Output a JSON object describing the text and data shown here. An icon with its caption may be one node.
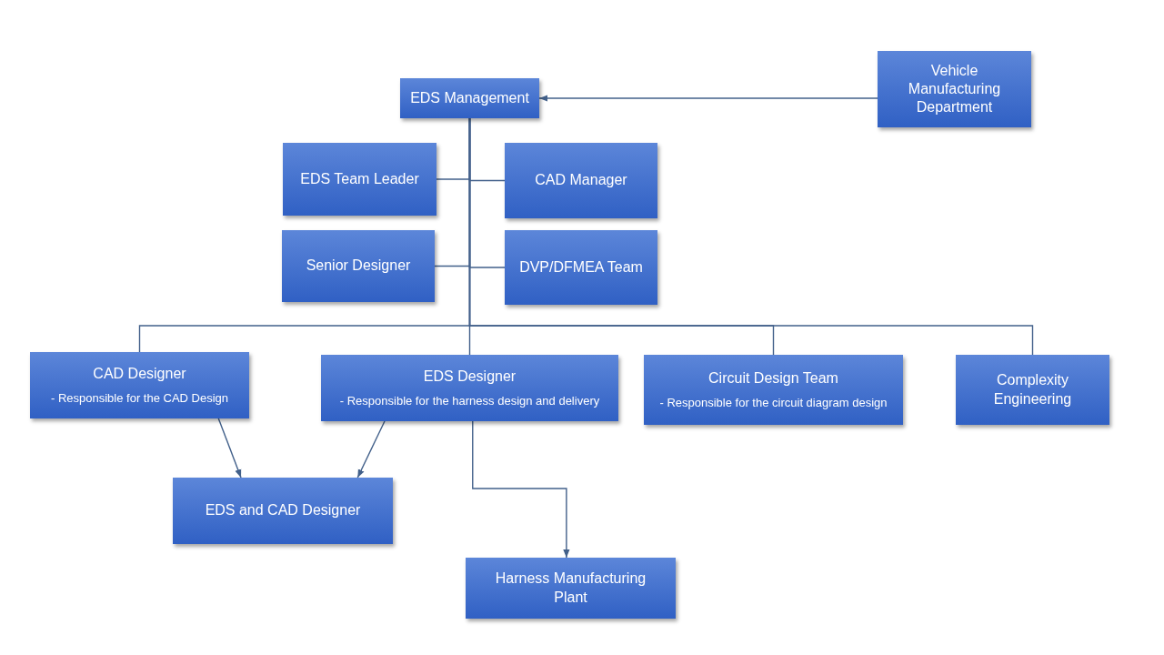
{
  "diagram": {
    "nodes": [
      {
        "text": [
          "EDS Management"
        ]
      },
      {
        "text": [
          "Vehicle Manufacturing Department"
        ]
      },
      {
        "text": [
          "EDS Team Leader"
        ]
      },
      {
        "text": [
          "CAD Manager"
        ]
      },
      {
        "text": [
          "Senior Designer"
        ]
      },
      {
        "text": [
          "DVP/DFMEA Team"
        ]
      },
      {
        "text": [
          "CAD Designer",
          "- Responsible for the CAD Design"
        ]
      },
      {
        "text": [
          "EDS Designer",
          "- Responsible for the harness design and delivery"
        ]
      },
      {
        "text": [
          "Circuit Design Team",
          "- Responsible for the circuit diagram design"
        ]
      },
      {
        "text": [
          "Complexity Engineering"
        ]
      },
      {
        "text": [
          "EDS and CAD Designer"
        ]
      },
      {
        "text": [
          "Harness Manufacturing Plant"
        ]
      }
    ],
    "edges": [
      {
        "from": 1,
        "to": 0,
        "arrow": "to"
      },
      {
        "from": 0,
        "to": 2,
        "arrow": "none"
      },
      {
        "from": 0,
        "to": 3,
        "arrow": "none"
      },
      {
        "from": 0,
        "to": 4,
        "arrow": "none"
      },
      {
        "from": 0,
        "to": 5,
        "arrow": "none"
      },
      {
        "from": 0,
        "to": 6,
        "arrow": "none"
      },
      {
        "from": 0,
        "to": 7,
        "arrow": "none"
      },
      {
        "from": 0,
        "to": 8,
        "arrow": "none"
      },
      {
        "from": 0,
        "to": 9,
        "arrow": "none"
      },
      {
        "from": 6,
        "to": 10,
        "arrow": "to"
      },
      {
        "from": 7,
        "to": 10,
        "arrow": "to"
      },
      {
        "from": 7,
        "to": 11,
        "arrow": "to"
      }
    ]
  }
}
